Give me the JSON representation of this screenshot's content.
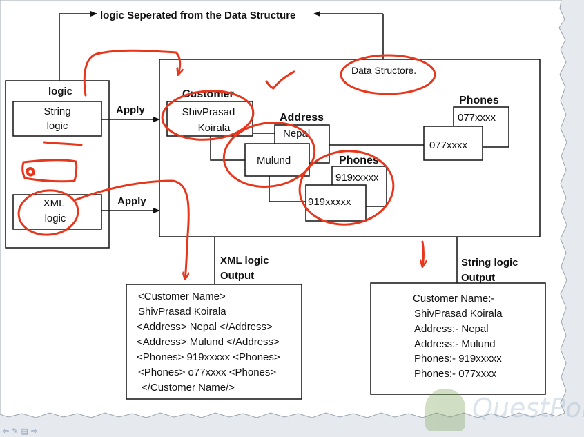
{
  "slide": {
    "top_banner": "logic Seperated from the Data Structure",
    "logic_box": {
      "title": "logic",
      "string_logic": [
        "String",
        "logic"
      ],
      "xml_logic": [
        "XML",
        "logic"
      ]
    },
    "apply_labels": [
      "Apply",
      "Apply"
    ],
    "data_structure_label": "Data Structore.",
    "customer": {
      "title": "Customer",
      "name_lines": [
        "ShivPrasad",
        "Koirala"
      ]
    },
    "address": {
      "title": "Address",
      "items": [
        "Nepal",
        "Mulund"
      ]
    },
    "phones_right": {
      "title": "Phones",
      "items": [
        "077xxxx",
        "077xxxx"
      ]
    },
    "phones_mid": {
      "title": "Phones",
      "items": [
        "919xxxxx",
        "919xxxxx"
      ]
    },
    "xml_output": {
      "label": [
        "XML logic",
        "Output"
      ],
      "lines": [
        "<Customer Name>",
        "ShivPrasad Koirala",
        "<Address> Nepal </Address>",
        "<Address> Mulund </Address>",
        "<Phones> 919xxxxx <Phones>",
        "<Phones> o77xxxx <Phones>",
        "</Customer Name/>"
      ]
    },
    "string_output": {
      "label": [
        "String logic",
        "Output"
      ],
      "lines": [
        "Customer Name:-",
        "ShivPrasad Koirala",
        "Address:-  Nepal",
        "Address:-  Mulund",
        "Phones:-  919xxxxx",
        "Phones:-  077xxxx"
      ]
    }
  },
  "colors": {
    "annotation": "#e8361c",
    "ink": "#111111",
    "paper": "#ffffff",
    "frame": "#e6eaef"
  },
  "watermark": "QuestPond",
  "nav_icons": [
    "prev-arrow-icon",
    "pen-icon",
    "menu-icon",
    "next-arrow-icon"
  ]
}
